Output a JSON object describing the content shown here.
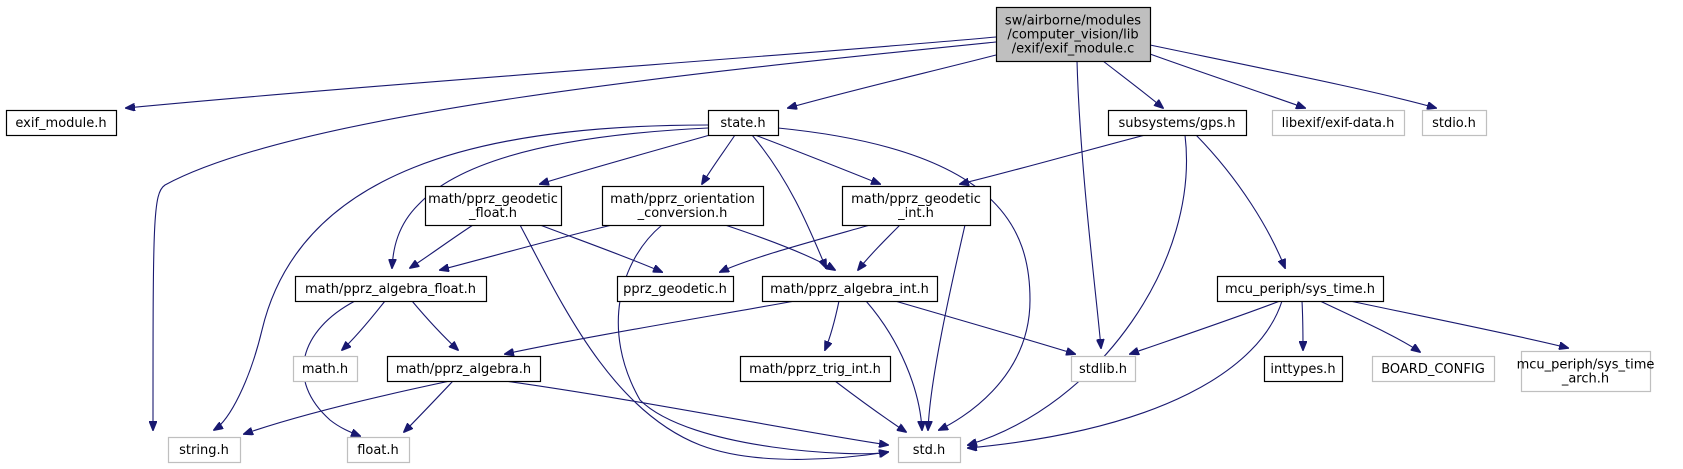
{
  "diagram": {
    "colors": {
      "edge": "#191970",
      "root_fill": "#bfbfbf",
      "box_border": "#000000",
      "external_border": "#bfbfbf",
      "text": "#000000"
    },
    "nodes": [
      {
        "id": "root",
        "label": "sw/airborne/modules\n/computer_vision/lib\n/exif/exif_module.c",
        "style": "root"
      },
      {
        "id": "exif_module_h",
        "label": "exif_module.h",
        "style": "box"
      },
      {
        "id": "state_h",
        "label": "state.h",
        "style": "box"
      },
      {
        "id": "gps_h",
        "label": "subsystems/gps.h",
        "style": "box"
      },
      {
        "id": "libexif",
        "label": "libexif/exif-data.h",
        "style": "external"
      },
      {
        "id": "stdio_h",
        "label": "stdio.h",
        "style": "external"
      },
      {
        "id": "geodetic_float",
        "label": "math/pprz_geodetic\n_float.h",
        "style": "box"
      },
      {
        "id": "orientation_conv",
        "label": "math/pprz_orientation\n_conversion.h",
        "style": "box"
      },
      {
        "id": "geodetic_int",
        "label": "math/pprz_geodetic\n_int.h",
        "style": "box"
      },
      {
        "id": "algebra_float",
        "label": "math/pprz_algebra_float.h",
        "style": "box"
      },
      {
        "id": "pprz_geodetic",
        "label": "pprz_geodetic.h",
        "style": "box"
      },
      {
        "id": "algebra_int",
        "label": "math/pprz_algebra_int.h",
        "style": "box"
      },
      {
        "id": "sys_time",
        "label": "mcu_periph/sys_time.h",
        "style": "box"
      },
      {
        "id": "math_h",
        "label": "math.h",
        "style": "external"
      },
      {
        "id": "algebra_h",
        "label": "math/pprz_algebra.h",
        "style": "box"
      },
      {
        "id": "trig_int",
        "label": "math/pprz_trig_int.h",
        "style": "box"
      },
      {
        "id": "stdlib_h",
        "label": "stdlib.h",
        "style": "external"
      },
      {
        "id": "inttypes_h",
        "label": "inttypes.h",
        "style": "box"
      },
      {
        "id": "board_config",
        "label": "BOARD_CONFIG",
        "style": "external"
      },
      {
        "id": "sys_time_arch",
        "label": "mcu_periph/sys_time\n_arch.h",
        "style": "external"
      },
      {
        "id": "string_h",
        "label": "string.h",
        "style": "external"
      },
      {
        "id": "float_h",
        "label": "float.h",
        "style": "external"
      },
      {
        "id": "std_h",
        "label": "std.h",
        "style": "external"
      }
    ],
    "edges": [
      {
        "from": "root",
        "to": "exif_module_h"
      },
      {
        "from": "root",
        "to": "string_h"
      },
      {
        "from": "root",
        "to": "state_h"
      },
      {
        "from": "root",
        "to": "stdlib_h"
      },
      {
        "from": "root",
        "to": "gps_h"
      },
      {
        "from": "root",
        "to": "libexif"
      },
      {
        "from": "root",
        "to": "stdio_h"
      },
      {
        "from": "state_h",
        "to": "geodetic_float"
      },
      {
        "from": "state_h",
        "to": "orientation_conv"
      },
      {
        "from": "state_h",
        "to": "geodetic_int"
      },
      {
        "from": "state_h",
        "to": "algebra_float"
      },
      {
        "from": "state_h",
        "to": "algebra_int"
      },
      {
        "from": "state_h",
        "to": "string_h"
      },
      {
        "from": "state_h",
        "to": "std_h"
      },
      {
        "from": "gps_h",
        "to": "geodetic_int"
      },
      {
        "from": "gps_h",
        "to": "sys_time"
      },
      {
        "from": "gps_h",
        "to": "std_h"
      },
      {
        "from": "geodetic_float",
        "to": "algebra_float"
      },
      {
        "from": "geodetic_float",
        "to": "pprz_geodetic"
      },
      {
        "from": "geodetic_float",
        "to": "std_h"
      },
      {
        "from": "orientation_conv",
        "to": "algebra_float"
      },
      {
        "from": "orientation_conv",
        "to": "algebra_int"
      },
      {
        "from": "orientation_conv",
        "to": "std_h"
      },
      {
        "from": "geodetic_int",
        "to": "pprz_geodetic"
      },
      {
        "from": "geodetic_int",
        "to": "algebra_int"
      },
      {
        "from": "geodetic_int",
        "to": "std_h"
      },
      {
        "from": "algebra_float",
        "to": "math_h"
      },
      {
        "from": "algebra_float",
        "to": "algebra_h"
      },
      {
        "from": "algebra_float",
        "to": "float_h"
      },
      {
        "from": "algebra_int",
        "to": "algebra_h"
      },
      {
        "from": "algebra_int",
        "to": "trig_int"
      },
      {
        "from": "algebra_int",
        "to": "std_h"
      },
      {
        "from": "algebra_int",
        "to": "stdlib_h"
      },
      {
        "from": "sys_time",
        "to": "stdlib_h"
      },
      {
        "from": "sys_time",
        "to": "inttypes_h"
      },
      {
        "from": "sys_time",
        "to": "board_config"
      },
      {
        "from": "sys_time",
        "to": "sys_time_arch"
      },
      {
        "from": "sys_time",
        "to": "std_h"
      },
      {
        "from": "algebra_h",
        "to": "string_h"
      },
      {
        "from": "algebra_h",
        "to": "float_h"
      },
      {
        "from": "algebra_h",
        "to": "std_h"
      },
      {
        "from": "trig_int",
        "to": "std_h"
      }
    ]
  }
}
